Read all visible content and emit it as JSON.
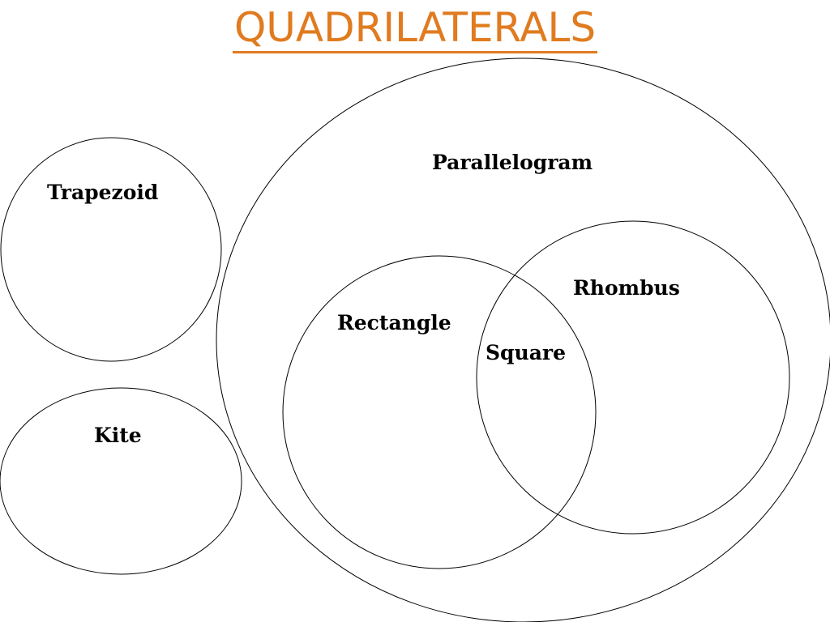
{
  "title": "QUADRILATERALS",
  "colors": {
    "title": "#e07b1f",
    "outline": "#000000",
    "background": "#ffffff"
  },
  "sets": {
    "parallelogram": "Parallelogram",
    "trapezoid": "Trapezoid",
    "kite": "Kite",
    "rectangle": "Rectangle",
    "rhombus": "Rhombus",
    "square": "Square"
  }
}
